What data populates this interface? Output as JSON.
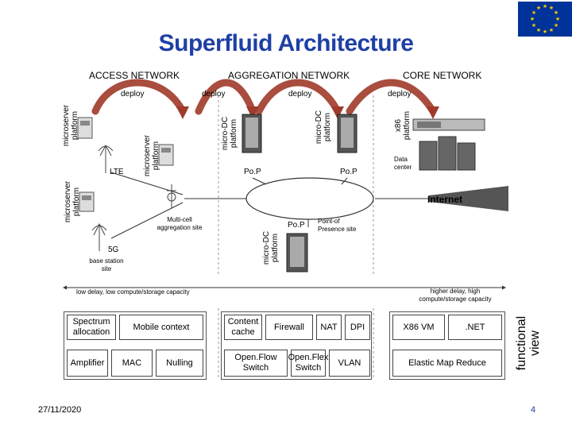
{
  "title": "Superfluid Architecture",
  "sections": {
    "access": "ACCESS NETWORK",
    "aggregation": "AGGREGATION NETWORK",
    "core": "CORE NETWORK"
  },
  "deploy_labels": [
    "deploy",
    "deploy",
    "deploy",
    "deploy"
  ],
  "platforms": {
    "microserver_1": "microserver\nplatform",
    "microserver_2": "microserver\nplatform",
    "microserver_3": "microserver\nplatform",
    "microdc_1": "micro-DC\nplatform",
    "microdc_2": "micro-DC\nplatform",
    "microdc_3": "micro-DC\nplatform",
    "x86": "x86\nplatform"
  },
  "sites": {
    "lte": "LTE",
    "fiveg": "5G",
    "base_station": "base station\nsite",
    "multicell": "Multi-cell\naggregation site",
    "pop_1": "Po.P",
    "pop_2": "Po.P",
    "pop_3": "Po.P",
    "point_of_presence": "Point-of\nPresence site",
    "data_center": "Data\ncenter",
    "internet": "Internet"
  },
  "axis": {
    "left": "low delay, low compute/storage capacity",
    "right": "higher delay, high\ncompute/storage capacity"
  },
  "functional": {
    "access_top": [
      "Spectrum\nallocation",
      "Mobile context"
    ],
    "access_bottom": [
      "Amplifier",
      "MAC",
      "Nulling"
    ],
    "agg_top": [
      "Content\ncache",
      "Firewall",
      "NAT",
      "DPI"
    ],
    "agg_bottom": [
      "Open.Flow\nSwitch",
      "Open.Flex\nSwitch",
      "VLAN"
    ],
    "core_top": [
      "X86 VM",
      ".NET"
    ],
    "core_bottom": [
      "Elastic Map Reduce"
    ],
    "view_label": "functional\nview"
  },
  "footer": {
    "date": "27/11/2020",
    "page": "4"
  },
  "colors": {
    "title": "#1f3fa6",
    "arrow": "#a03a2a",
    "eu_flag": "#003399",
    "eu_star": "#ffcc00"
  }
}
